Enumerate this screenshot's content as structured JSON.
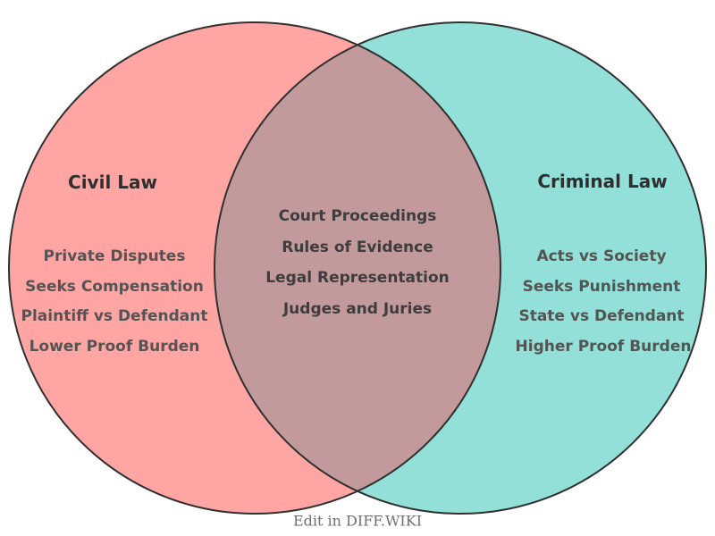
{
  "venn": {
    "left": {
      "title": "Civil Law",
      "items": [
        "Private Disputes",
        "Seeks Compensation",
        "Plaintiff vs Defendant",
        "Lower Proof Burden"
      ],
      "fill_color": "#FFA6A4"
    },
    "right": {
      "title": "Criminal Law",
      "items": [
        "Acts vs Society",
        "Seeks Punishment",
        "State vs Defendant",
        "Higher Proof Burden"
      ],
      "fill_color": "#92E0D8"
    },
    "intersection": {
      "items": [
        "Court Proceedings",
        "Rules of Evidence",
        "Legal Representation",
        "Judges and Juries"
      ],
      "fill_color": "#C29A9B"
    },
    "outline_color": "#303030"
  },
  "footer": {
    "caption": "Edit in DIFF.WIKI"
  }
}
